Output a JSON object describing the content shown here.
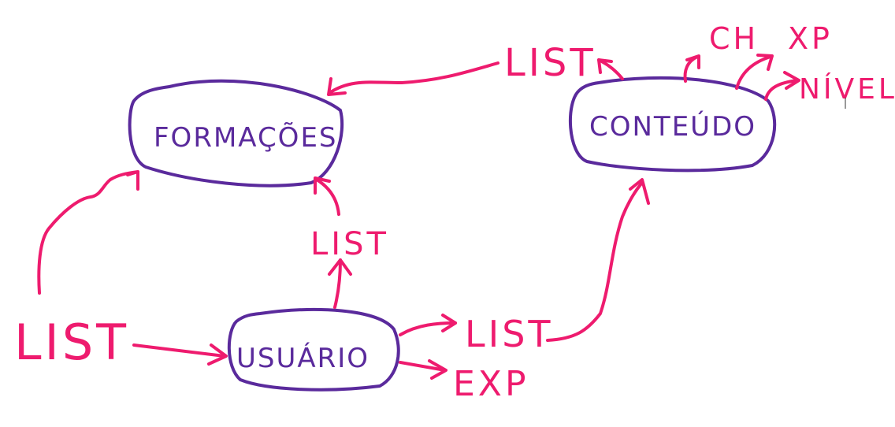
{
  "diagram": {
    "nodes": {
      "formacoes": "FORMAÇÕES",
      "conteudo": "CONTEÚDO",
      "usuario": "USUÁRIO"
    },
    "labels": {
      "list_left": "LIST",
      "list_middle": "LIST",
      "list_right": "LIST",
      "list_top": "LIST",
      "exp": "EXP",
      "ch": "CH",
      "xp": "XP",
      "nivel": "NÍVEL"
    },
    "colors": {
      "node": "#5a2a9c",
      "connector": "#ee1b6e"
    }
  }
}
